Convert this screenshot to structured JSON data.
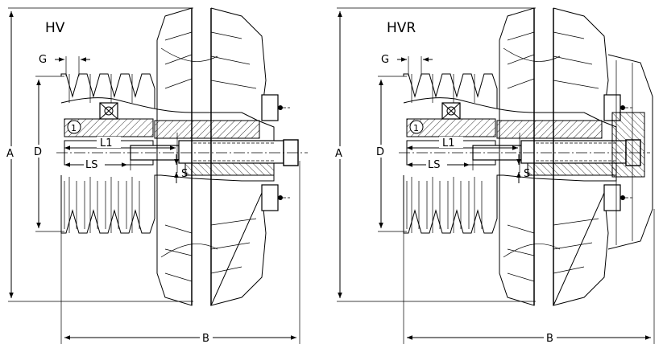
{
  "diagrams": [
    {
      "title": "HV",
      "labels": {
        "A": "A",
        "B": "B",
        "D": "D",
        "G": "G",
        "L1": "L1",
        "LS": "LS",
        "S": "S",
        "ref": "1"
      }
    },
    {
      "title": "HVR",
      "labels": {
        "A": "A",
        "B": "B",
        "D": "D",
        "G": "G",
        "L1": "L1",
        "LS": "LS",
        "S": "S",
        "ref": "1"
      }
    }
  ]
}
